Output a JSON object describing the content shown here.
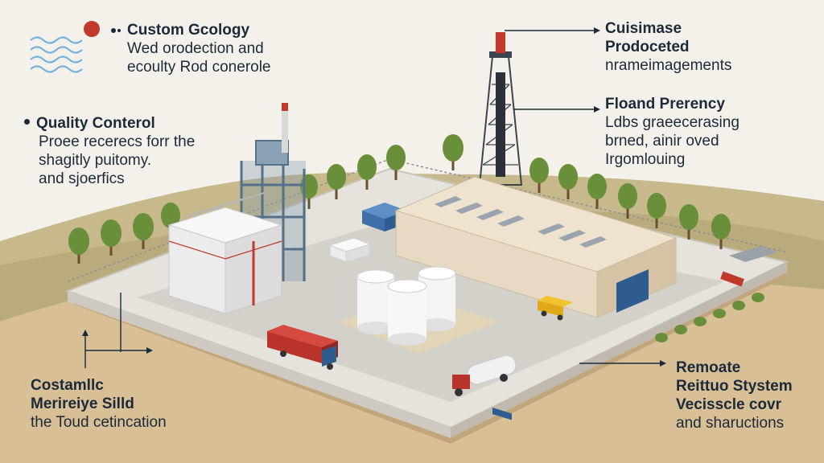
{
  "labels": {
    "top_left": {
      "head": "Custom Gcology",
      "lines": [
        "Wed orodection and",
        "ecoulty Rod conerole"
      ]
    },
    "quality": {
      "head": "Quality Conterol",
      "lines": [
        "Proee recerecs forr the",
        "shagitly puitomy.",
        "and sjoerfics"
      ]
    },
    "top_right": {
      "lines": [
        "Cuisimase",
        "Prodoceted"
      ],
      "sub": "nrameimagements"
    },
    "mid_right": {
      "head": "Floand Prerency",
      "lines": [
        "Ldbs graeecerasing",
        "brned, ainir oved",
        "Irgomlouing"
      ]
    },
    "bottom_left": {
      "lines": [
        "Costamllc",
        "Merireiye Silld"
      ],
      "sub": "the Toud cetincation"
    },
    "bottom_right": {
      "lines": [
        "Remoate",
        "Reittuo Stystem",
        "Vecisscle covr"
      ],
      "sub": "and shaructions"
    }
  },
  "icons": [
    "wave-icon",
    "sun-icon",
    "bullet-icon"
  ],
  "colors": {
    "sky": "#f4f1ea",
    "sand": "#d9bf95",
    "pad": "#e9e6e0",
    "building": "#e8d9c2",
    "tank": "#f4f4f4",
    "tower_steel": "#5a6470",
    "accent_red": "#c0392b",
    "tree": "#6a8f3a",
    "text": "#1b2a3a"
  }
}
